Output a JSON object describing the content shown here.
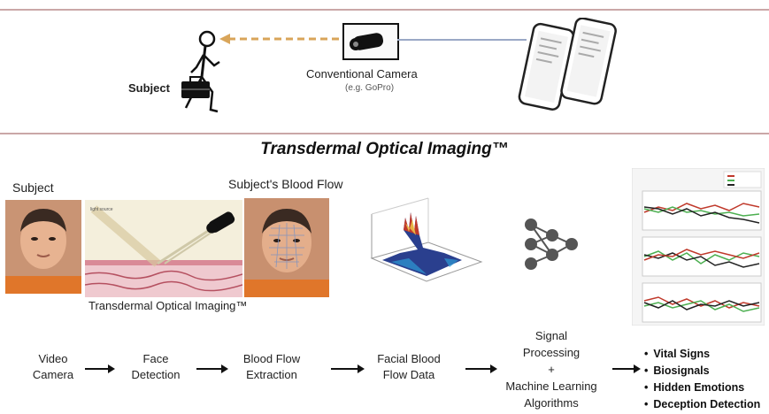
{
  "top": {
    "subject_label": "Subject",
    "camera_label": "Conventional Camera",
    "camera_sub": "(e.g. GoPro)"
  },
  "section_title": "Transdermal Optical Imaging™",
  "middle": {
    "subject_label": "Subject",
    "blood_flow_label": "Subject's Blood Flow",
    "toi_caption": "Transdermal Optical Imaging™"
  },
  "pipeline": {
    "steps": [
      [
        "Video",
        "Camera"
      ],
      [
        "Face",
        "Detection"
      ],
      [
        "Blood Flow",
        "Extraction"
      ],
      [
        "Facial Blood",
        "Flow Data"
      ],
      [
        "Signal",
        "Processing",
        "+",
        "Machine Learning",
        "Algorithms"
      ]
    ],
    "outputs": [
      "Vital Signs",
      "Biosignals",
      "Hidden Emotions",
      "Deception Detection"
    ]
  },
  "colors": {
    "accent_red": "#e8332a",
    "dash_orange": "#d9a55a",
    "rule": "#caa7a7"
  }
}
